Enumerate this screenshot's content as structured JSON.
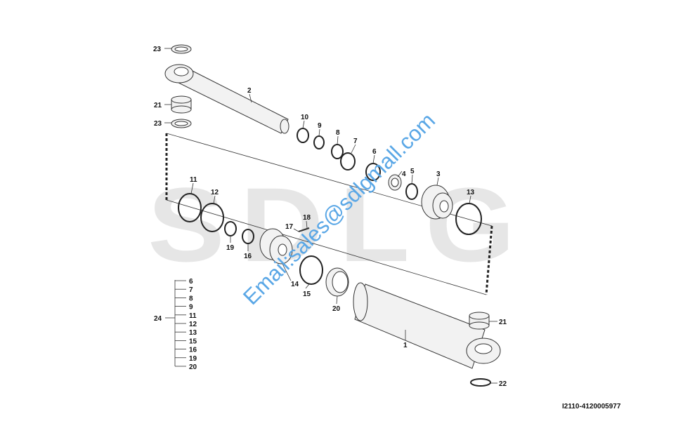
{
  "watermark": "SDLG",
  "email": "Email:sales@sdlgmall.com",
  "drawing_id": "I2110-4120005977",
  "callouts": {
    "c23a": "23",
    "c21a": "21",
    "c23b": "23",
    "c2": "2",
    "c10": "10",
    "c9": "9",
    "c8": "8",
    "c7": "7",
    "c6": "6",
    "c4": "4",
    "c5": "5",
    "c3": "3",
    "c13": "13",
    "c11": "11",
    "c12": "12",
    "c19": "19",
    "c16": "16",
    "c17": "17",
    "c18": "18",
    "c14": "14",
    "c15": "15",
    "c20": "20",
    "c1": "1",
    "c21b": "21",
    "c22": "22"
  },
  "kit": {
    "label": "24",
    "items": [
      "6",
      "7",
      "8",
      "9",
      "11",
      "12",
      "13",
      "15",
      "16",
      "19",
      "20"
    ]
  }
}
